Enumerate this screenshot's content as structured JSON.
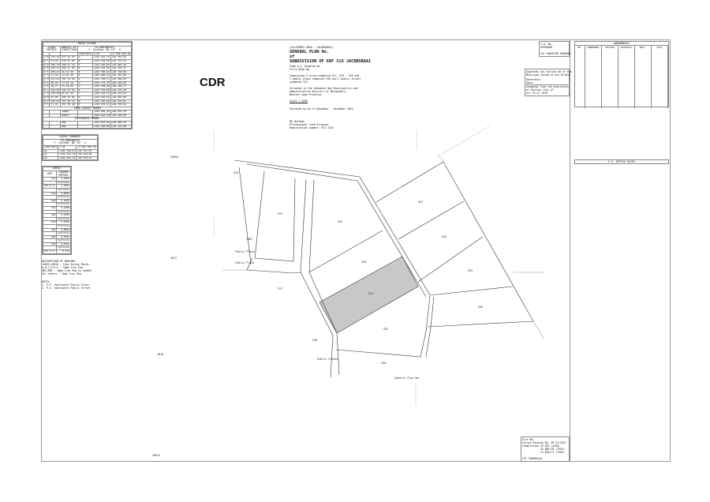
{
  "logo_text": "CDR",
  "title_block": {
    "allotment": "(ALLOTMENT AREA : JACOBSBAAI)",
    "plan_title": "GENERAL PLAN No.",
    "of": "of",
    "subtitle": "SUBDIVISION OF ERF 516 JACOBSBAAI",
    "line1": "Code S.G. Diagram No.",
    "line2": "Title Deed No.",
    "comprising": "Comprising 9 erven numbered 517, 519 - 526 and\n1 public place numbered 518 and 1 public street\nnumbered 527.",
    "situated": "Situated in the Saldanha Bay Municipality and\nAdministrative District of Malmesbury\nWestern Cape Province",
    "scale": "Scale 1:1000",
    "surveyed": "Surveyed by me in November - December 2010",
    "surveyor_name": "BA Hoffman",
    "surveyor_title": "Professional Land Surveyor",
    "registration": "Registration number: PLS 1323"
  },
  "sg_box": {
    "sg_no": "S.G. No.",
    "approved": "APPROVED",
    "for": "For SURVEYOR GENERAL"
  },
  "approval_box": {
    "approved_text": "Approved ito Section 80 of the\nMunicipal Bylaw of Act 8/2014",
    "reference": "Reference:",
    "date": "Date:",
    "exempted": "Exempted from the provisions\nof Section 1(a) of\nAct 70 of 1970"
  },
  "amendments": {
    "title": "AMENDMENTS",
    "columns": [
      "NO.",
      "AMENDMENT",
      "SECTION",
      "AUTHORITY",
      "INIT.",
      "DATE"
    ]
  },
  "sg_office_dates": "S.G. OFFICE DATES",
  "file_box": "File No.\nSurvey Records No. SR 97/2017\nCompilation 32-832 (4436)\n            32-B02/78 (7591)\n            32-B02/71 (7561)\n\nLPI C04600416",
  "main_figure": {
    "title": "MAIN FIGURE",
    "col_sides": "SIDES\nMETRES",
    "col_angles": "ANGLES OF\nDIRECTION",
    "col_coords": "CO-ORDINATES\nY  System: WG 19°  X",
    "constants": [
      "CONSTANTS",
      "0,00",
      "+3 800 000,00"
    ],
    "rows": [
      [
        "A B",
        "215,52",
        "277 24 40",
        "A",
        "+102 443,77",
        "+66 754,91"
      ],
      [
        "B C",
        "74,80",
        "329 51 00",
        "B",
        "+102 198,60",
        "+66 772,54"
      ],
      [
        "B D",
        "186,70",
        "308 51 10",
        "C",
        "+102 196,82",
        "+66 803,24"
      ],
      [
        "D E",
        "429,47",
        "308 11 00",
        "D",
        "+102 195,60",
        "+66 742,37"
      ],
      [
        "E F",
        "288,21",
        "96 34 20",
        "E",
        "+102 780,64",
        "+66 740,66"
      ],
      [
        "F G",
        "71,60",
        "14 02 10",
        "F",
        "+102 860,42",
        "+66 153,86"
      ],
      [
        "G H",
        "213,61",
        "301 14 60",
        "G",
        "+102 768,71",
        "+66 184,83"
      ],
      [
        "H J",
        "38,93",
        "74 02 10",
        "H",
        "+102 770,13",
        "+66 164,02"
      ],
      [
        "J K",
        "39,77",
        "75 04 00",
        "J",
        "+102 708,60",
        "+66 166,77"
      ],
      [
        "K L",
        "195,50",
        "149 31 20",
        "K",
        "+102 375,60",
        "+66 176,20"
      ],
      [
        "L M",
        "110,40",
        "85 04 10",
        "L",
        "+102 218,11",
        "+66 174,61"
      ],
      [
        "M N",
        "35,88",
        "202 44 00",
        "M",
        "+102 219,50",
        "+66 655,80"
      ],
      [
        "N P",
        "150,55",
        "357 04 10",
        "N",
        "+102 226,80",
        "+66 670,81"
      ],
      [
        "P A",
        "71,21",
        "257 36 40",
        "P",
        "+102 376,21",
        "+66 796,94"
      ]
    ],
    "town_survey_title": "TOWN SURVEY MARKS",
    "town_survey": [
      [
        "1905S",
        "+102 881,20",
        "+66 079,30"
      ],
      [
        "4901S",
        "+102 645,20",
        "+66 186,00"
      ]
    ],
    "reference_title": "REFERENCE MARKS",
    "reference": [
      [
        "RM1",
        "+102 813,00",
        "+66 806,70"
      ],
      [
        "RM2",
        "+102 190,80",
        "+66 743,00"
      ]
    ]
  },
  "block_corners": {
    "title": "BLOCK CORNERS",
    "header": "CO-ORDINATES\nY  System: WG 19°  X",
    "rows": [
      [
        "CONSTANTS",
        "0,00",
        "+3 800 000,00"
      ],
      [
        "a1",
        "+102 146,97",
        "+66 767,87"
      ],
      [
        "a2",
        "+102 672,70",
        "+66 578,80"
      ],
      [
        "a3",
        "+102 862,51",
        "+66 578,07"
      ]
    ]
  },
  "areas": {
    "title": "AREAS",
    "col_erf": "ERF",
    "col_area": "SQUARE\nMETRES",
    "rows": [
      [
        "517",
        "2,1660"
      ],
      [
        "",
        "hectares"
      ],
      [
        "518 P.P.",
        "1,3891"
      ],
      [
        "",
        "hectares"
      ],
      [
        "519",
        "2,8896"
      ],
      [
        "",
        "hectares"
      ],
      [
        "520",
        "2,1084"
      ],
      [
        "",
        "hectares"
      ],
      [
        "521",
        "2,1208"
      ],
      [
        "",
        "hectares"
      ],
      [
        "522",
        "2,3446"
      ],
      [
        "",
        "hectares"
      ],
      [
        "523",
        "2,3650"
      ],
      [
        "",
        "hectares"
      ],
      [
        "524",
        "2,8002"
      ],
      [
        "",
        "hectares"
      ],
      [
        "525",
        "2,3045"
      ],
      [
        "",
        "hectares"
      ],
      [
        "526",
        "2,3059"
      ],
      [
        "",
        "hectares"
      ],
      [
        "527 P.S.",
        "8 470"
      ]
    ]
  },
  "description": "DESCRIPTION OF BEACONS\n1905S,4901S : Town Survey Marks\nA,B,C,D,E,F : 16mm Iron Peg\nRM1,RM2 : 10mm Iron Peg in Cement\nAll others : 16mm Iron Peg",
  "notes": "NOTES\n1. P.P. represents Public Place\n2. P.S. represents Public Street",
  "plan": {
    "parcel_labels": [
      "517",
      "519",
      "520",
      "521",
      "522",
      "523",
      "524",
      "525",
      "526",
      "517",
      "518",
      "530",
      "515",
      "1407"
    ],
    "text_labels": [
      "General Plan No.",
      "Public Place",
      "Public Place",
      "Public Street",
      "1905S",
      "4901S",
      "1817",
      "1816"
    ],
    "shaded_color": "#c8c8c8",
    "line_color": "#333333"
  }
}
